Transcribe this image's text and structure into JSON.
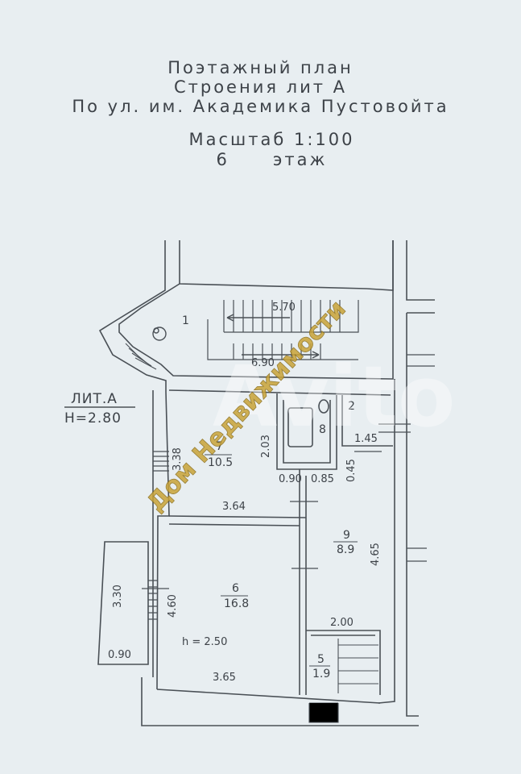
{
  "header": {
    "line1": "Поэтажный план",
    "line2": "Строения лит А",
    "line3": "По ул. им. Академика Пустовойта",
    "scale": "Масштаб 1:100",
    "floor_number": "6",
    "floor_word": "этаж"
  },
  "plan": {
    "lit_label": "ЛИТ.А",
    "height_label": "H=2.80",
    "stair_width": "5.70",
    "stair_length": "6.90",
    "room_1_num": "1",
    "room_2_num": "2",
    "room_8_num": "8",
    "room_7_num": "7",
    "room_7_area": "10.5",
    "room_6_num": "6",
    "room_6_area": "16.8",
    "room_9_num": "9",
    "room_9_area": "8.9",
    "room_5_num": "5",
    "room_5_area": "1.9",
    "dim_145": "1.45",
    "dim_203": "2.03",
    "dim_338": "3.38",
    "dim_090a": "0.90",
    "dim_085": "0.85",
    "dim_045": "0.45",
    "dim_364": "3.64",
    "dim_465": "4.65",
    "dim_460": "4.60",
    "dim_330": "3.30",
    "dim_090b": "0.90",
    "dim_200": "2.00",
    "dim_365": "3.65",
    "ceiling_h": "h = 2.50"
  },
  "watermark": {
    "company": "Дом Недвижимости",
    "brand": "Avito"
  }
}
